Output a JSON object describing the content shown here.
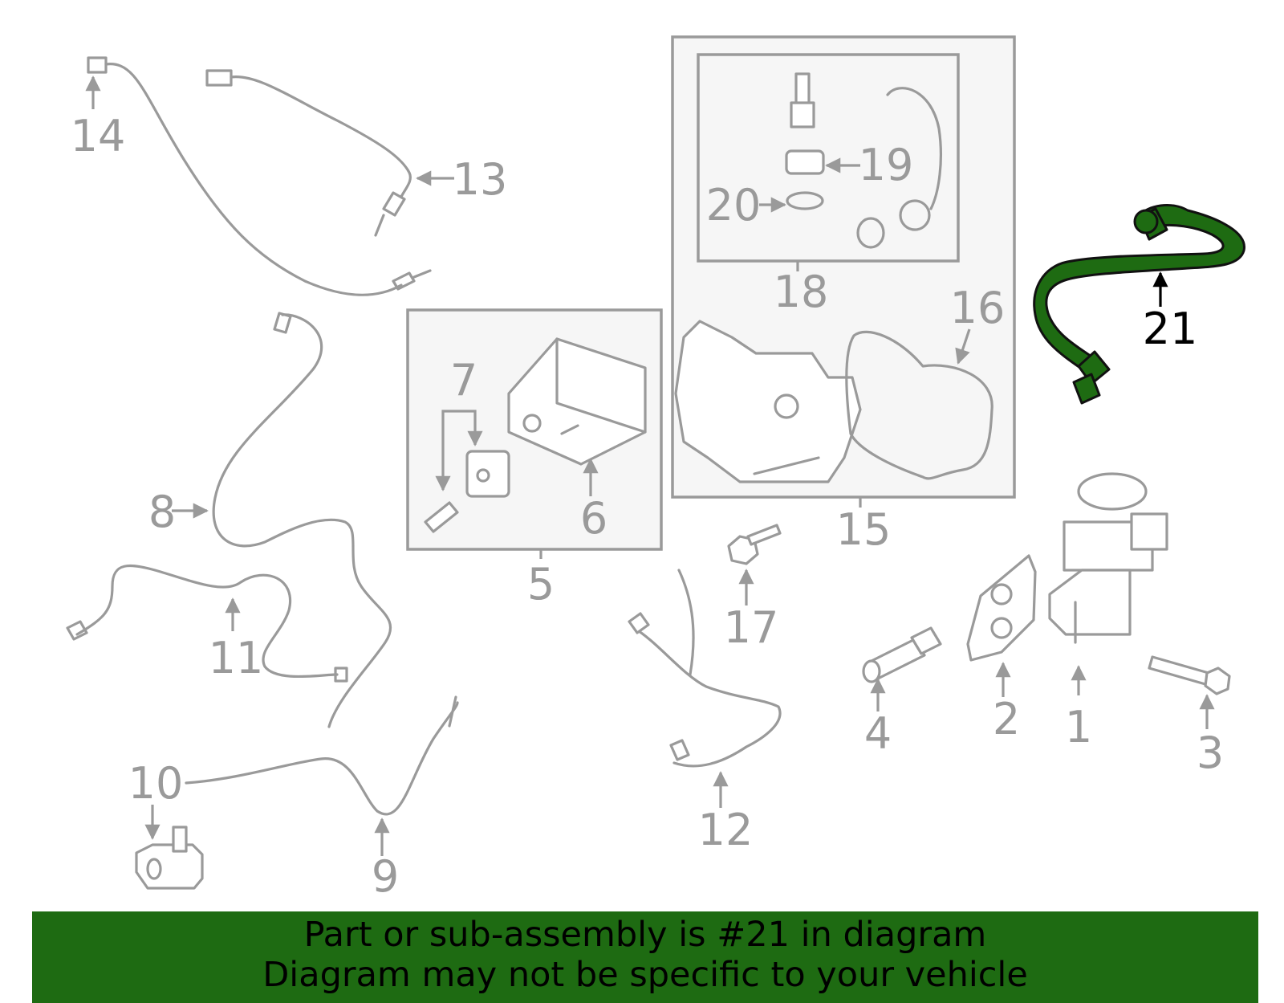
{
  "diagram": {
    "callouts": {
      "c1": "1",
      "c2": "2",
      "c3": "3",
      "c4": "4",
      "c5": "5",
      "c6": "6",
      "c7": "7",
      "c8": "8",
      "c9": "9",
      "c10": "10",
      "c11": "11",
      "c12": "12",
      "c13": "13",
      "c14": "14",
      "c15": "15",
      "c16": "16",
      "c17": "17",
      "c18": "18",
      "c19": "19",
      "c20": "20",
      "c21": "21"
    },
    "highlighted_part": "21",
    "highlight_color": "#1e6b12"
  },
  "banner": {
    "line1": "Part or sub-assembly is #21 in diagram",
    "line2": "Diagram may not be specific to your vehicle",
    "background": "#1e6b12"
  }
}
